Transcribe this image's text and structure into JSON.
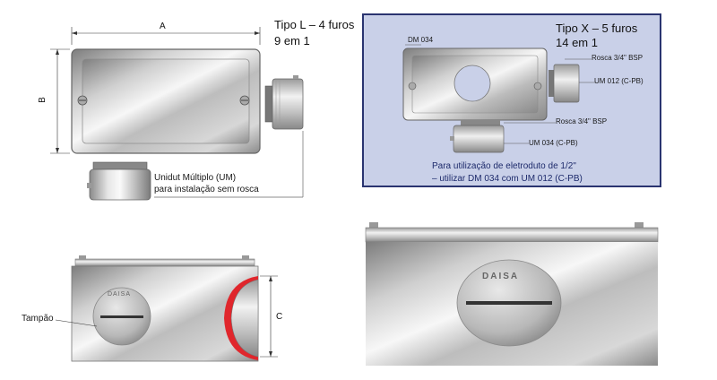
{
  "diagram": {
    "tipo_l": {
      "title_line1": "Tipo L – 4 furos",
      "title_line2": "9 em 1",
      "dim_a": "A",
      "dim_b": "B",
      "unidut_line1": "Unidut Múltiplo (UM)",
      "unidut_line2": "para instalação sem rosca"
    },
    "tipo_x": {
      "title_line1": "Tipo X – 5 furos",
      "title_line2": "14 em 1",
      "label_dm034": "DM 034",
      "label_rosca_top": "Rosca 3/4\" BSP",
      "label_um012": "UM 012 (C-PB)",
      "label_rosca_mid": "Rosca 3/4\" BSP",
      "label_um034": "UM 034 (C-PB)",
      "note_line1": "Para utilização de eletroduto de 1/2\"",
      "note_line2": "– utilizar DM 034 com UM 012 (C-PB)"
    },
    "side_view": {
      "label_tampao": "Tampão",
      "dim_c": "C",
      "brand": "DAISA"
    },
    "colors": {
      "panel_bg": "#c9d0e8",
      "panel_border": "#2a3470",
      "accent_red": "#e0262c"
    }
  }
}
